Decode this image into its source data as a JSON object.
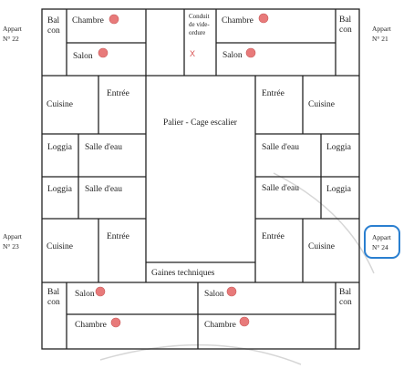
{
  "plan": {
    "left_column": {
      "apt22": [
        "Appart",
        "N° 22"
      ],
      "apt23": [
        "Appart",
        "N° 23"
      ]
    },
    "right_column": {
      "apt21": [
        "Appart",
        "N° 21"
      ],
      "apt24": [
        "Appart",
        "N° 24"
      ]
    },
    "top": {
      "balcon_left": [
        "Bal",
        "con"
      ],
      "chambre_left": "Chambre",
      "salon_left": "Salon",
      "conduit": [
        "Conduit",
        "de vide-",
        "ordure"
      ],
      "x_mark": "X",
      "chambre_right": "Chambre",
      "salon_right": "Salon",
      "balcon_right": [
        "Bal",
        "con"
      ]
    },
    "middle": {
      "cuisine_tl": "Cuisine",
      "entree_tl": "Entrée",
      "palier": "Palier - Cage escalier",
      "entree_tr": "Entrée",
      "cuisine_tr": "Cuisine",
      "loggia_l1": "Loggia",
      "salle_eau_l1": "Salle d'eau",
      "salle_eau_r1": "Salle d'eau",
      "loggia_r1": "Loggia",
      "loggia_l2": "Loggia",
      "salle_eau_l2": "Salle d'eau",
      "salle_eau_r2": "Salle d'eau",
      "loggia_r2": "Loggia",
      "cuisine_bl": "Cuisine",
      "entree_bl": "Entrée",
      "entree_br": "Entrée",
      "cuisine_br": "Cuisine",
      "gaines": "Gaines techniques"
    },
    "bottom": {
      "balcon_left": [
        "Bal",
        "con"
      ],
      "salon_left": "Salon",
      "chambre_left": "Chambre",
      "salon_right": "Salon",
      "chambre_right": "Chambre",
      "balcon_right": [
        "Bal",
        "con"
      ]
    },
    "colors": {
      "marker_dot": "#e87a7a",
      "x_mark": "#d85050",
      "highlight_ring": "#2a7fd0"
    }
  }
}
